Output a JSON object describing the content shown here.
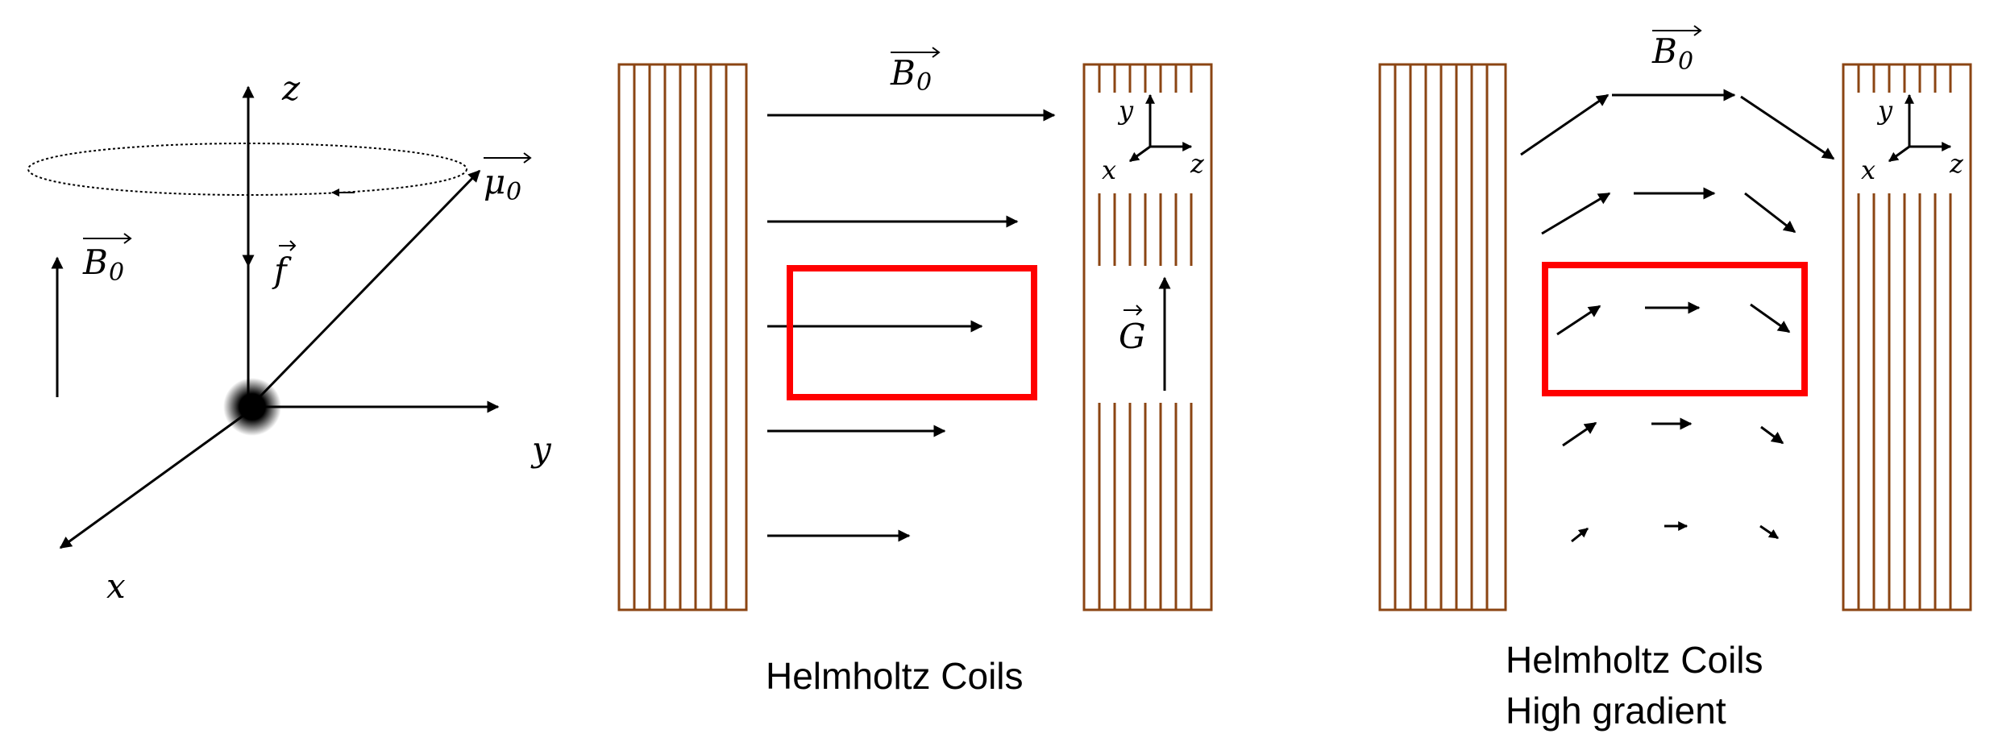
{
  "panels": {
    "spin": {
      "labels": {
        "z": "z",
        "y": "y",
        "x": "x",
        "mu": "μ",
        "mu_sub": "0",
        "b": "B",
        "b_sub": "0",
        "f": "f"
      }
    },
    "helmholtz": {
      "caption": "Helmholtz Coils",
      "b": "B",
      "b_sub": "0",
      "g": "G",
      "axes": {
        "y": "y",
        "x": "x",
        "z": "z"
      }
    },
    "high_gradient": {
      "caption_line1": "Helmholtz Coils",
      "caption_line2": "High gradient",
      "b": "B",
      "b_sub": "0",
      "axes": {
        "y": "y",
        "x": "x",
        "z": "z"
      }
    }
  },
  "colors": {
    "coil": "#8B4513",
    "highlight": "#FF0000",
    "ink": "#000000"
  }
}
